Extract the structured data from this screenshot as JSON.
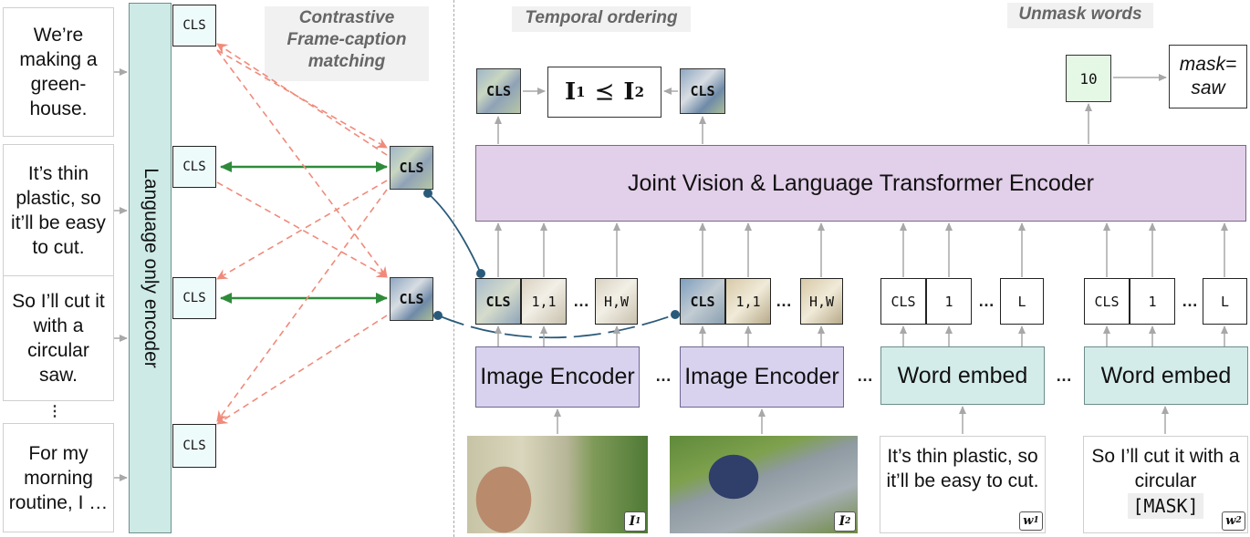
{
  "captions": [
    "We’re making a green-house.",
    "It’s thin plastic, so it’ll be easy to cut.",
    "So I’ll cut it with a circular saw.",
    "For my morning routine, I …"
  ],
  "caption_ellipsis": "⋮",
  "language_encoder_label": "Language only encoder",
  "cls_label": "CLS",
  "sections": {
    "contrastive": "Contrastive Frame-caption matching",
    "temporal": "Temporal ordering",
    "unmask": "Unmask words"
  },
  "inequality": {
    "i1": "I",
    "sub1": "1",
    "rel": "⪯",
    "i2": "I",
    "sub2": "2"
  },
  "transformer_label": "Joint Vision & Language Transformer Encoder",
  "image_tokens": [
    "CLS",
    "1,1",
    "H,W"
  ],
  "word_tokens": [
    "CLS",
    "1",
    "L"
  ],
  "ellipsis": "…",
  "image_encoder_label": "Image Encoder",
  "word_embed_label": "Word embed",
  "image_badges": [
    {
      "letter": "I",
      "sub": "1"
    },
    {
      "letter": "I",
      "sub": "2"
    }
  ],
  "text_inputs": {
    "first": "It’s thin plastic, so it’ll be easy to cut.",
    "second_prefix": "So I’ll cut it with a circular",
    "mask_token": "[MASK]"
  },
  "word_badges": [
    {
      "letter": "w",
      "sub": "1"
    },
    {
      "letter": "w",
      "sub": "2"
    }
  ],
  "prediction_value": "10",
  "mask_output": "mask= saw",
  "colors": {
    "contrast_positive": "#2e8b3a",
    "contrast_negative": "#f08a7a",
    "link": "#2a5a7a",
    "transformer": "#e2cfe9",
    "image_encoder": "#d8d2ee",
    "word_embed": "#d3ecea"
  }
}
